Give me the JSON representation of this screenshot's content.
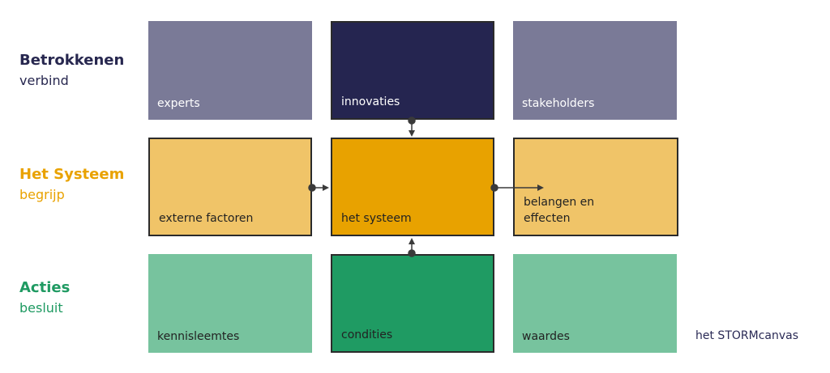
{
  "rows": [
    {
      "title": "Betrokkenen",
      "subtitle": "verbind",
      "color": "#27274f"
    },
    {
      "title": "Het Systeem",
      "subtitle": "begrijp",
      "color": "#e9a200"
    },
    {
      "title": "Acties",
      "subtitle": "besluit",
      "color": "#1f9a62"
    }
  ],
  "boxes": {
    "experts": "experts",
    "innovaties": "innovaties",
    "stakeholders": "stakeholders",
    "externe": "externe factoren",
    "systeem": "het systeem",
    "belangen": "belangen en effecten",
    "kennis": "kennisleemtes",
    "condities": "condities",
    "waardes": "waardes"
  },
  "footer": "het STORMcanvas"
}
